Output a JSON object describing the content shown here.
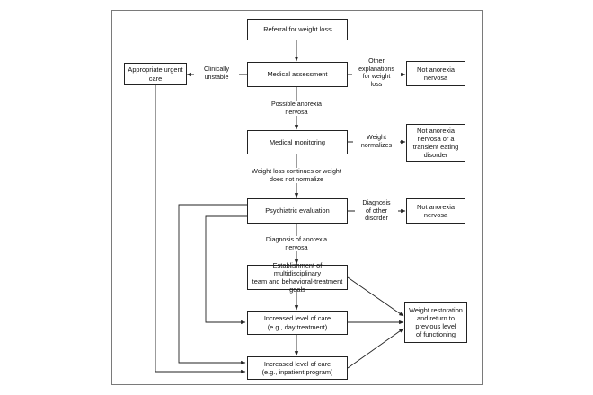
{
  "nodes": {
    "referral": "Referral for weight loss",
    "medical_assessment": "Medical assessment",
    "urgent_care": "Appropriate urgent\ncare",
    "not_an_1": "Not anorexia\nnervosa",
    "medical_monitoring": "Medical monitoring",
    "not_an_transient": "Not anorexia\nnervosa or a\ntransient eating\ndisorder",
    "psychiatric_evaluation": "Psychiatric evaluation",
    "not_an_2": "Not anorexia\nnervosa",
    "multidisciplinary": "Establishment of multidisciplinary\nteam and behavioral-treatment goals",
    "day_treatment": "Increased level of care\n(e.g., day treatment)",
    "inpatient": "Increased level of care\n(e.g., inpatient program)",
    "weight_restoration": "Weight restoration\nand return to\nprevious level\nof functioning"
  },
  "edge_labels": {
    "clinically_unstable": "Clinically\nunstable",
    "other_explanations": "Other\nexplanations\nfor weight\nloss",
    "possible_an": "Possible anorexia\nnervosa",
    "weight_normalizes": "Weight\nnormalizes",
    "weight_loss_continues": "Weight loss continues or weight\ndoes not normalize",
    "diagnosis_other": "Diagnosis\nof other\ndisorder",
    "diagnosis_an": "Diagnosis of anorexia\nnervosa"
  }
}
